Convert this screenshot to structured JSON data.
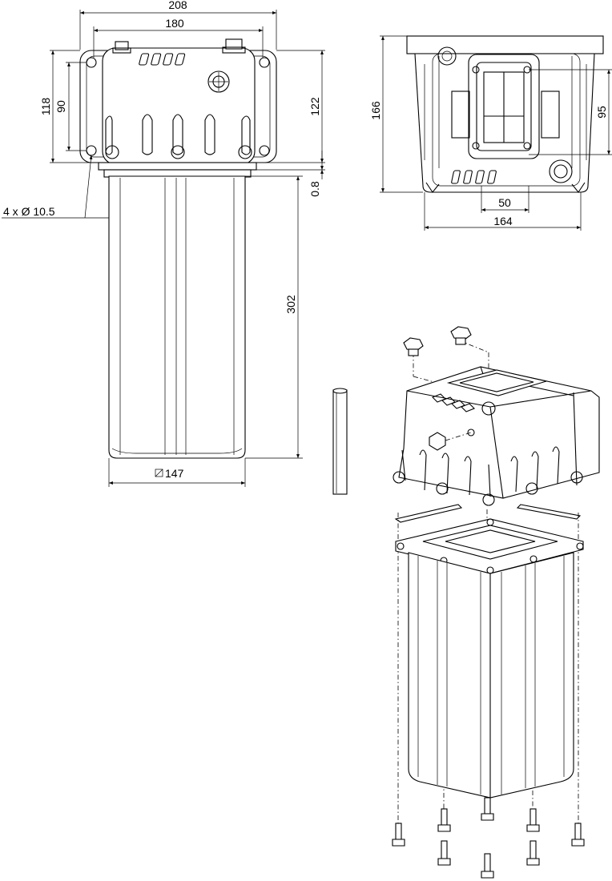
{
  "dimensions": {
    "overall_width": "208",
    "bolt_spacing": "180",
    "height_outer": "118",
    "height_inner": "90",
    "height_right": "122",
    "gasket": "0.8",
    "holes": "4 x Ø 10.5",
    "bowl_height": "302",
    "bowl_square": "147",
    "side_height": "166",
    "side_window": "95",
    "side_slot": "50",
    "side_width": "164"
  }
}
